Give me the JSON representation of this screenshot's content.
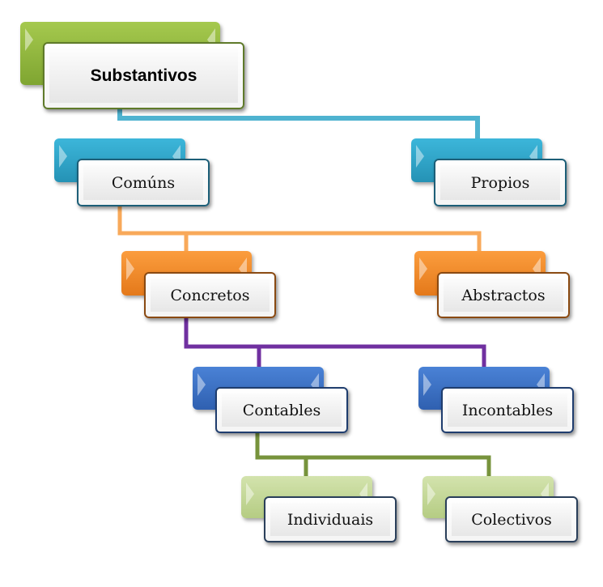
{
  "diagram": {
    "root": {
      "label": "Substantivos",
      "color": "#8db63c",
      "border": "#5f7a2a"
    },
    "level1": [
      {
        "label": "Comúns"
      },
      {
        "label": "Propios"
      }
    ],
    "level2": [
      {
        "label": "Concretos"
      },
      {
        "label": "Abstractos"
      }
    ],
    "level3": [
      {
        "label": "Contables"
      },
      {
        "label": "Incontables"
      }
    ],
    "level4": [
      {
        "label": "Individuais"
      },
      {
        "label": "Colectivos"
      }
    ],
    "colors": {
      "l1": "#2aa3c7",
      "l1_border": "#1d5f78",
      "l2": "#f58c2a",
      "l2_border": "#8a4a12",
      "l3": "#3a70c4",
      "l3_border": "#1f3d6e",
      "l4": "#c5d89a",
      "l4_border": "#2a3f5a",
      "line1": "#4fb3d0",
      "line2": "#f8a95a",
      "line3": "#7030a0",
      "line4": "#77933c"
    }
  }
}
